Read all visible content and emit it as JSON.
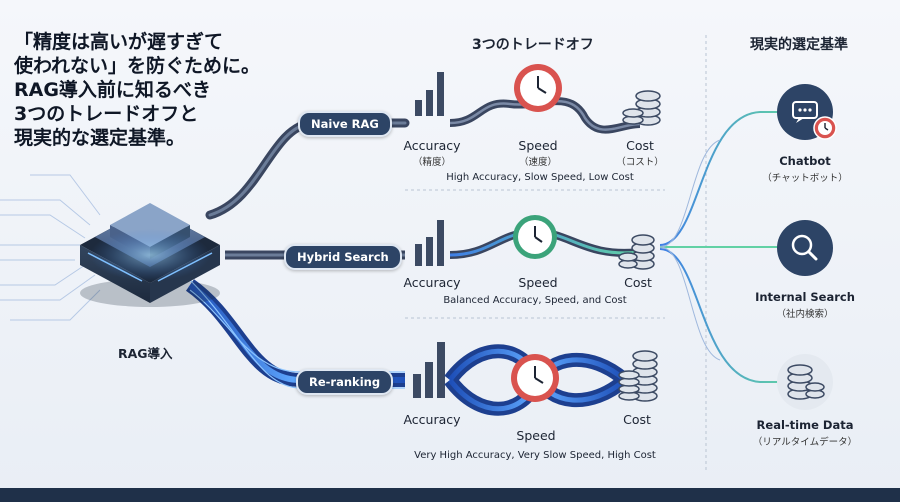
{
  "headline": [
    "「精度は高いが遅すぎて",
    "使われない」を防ぐために。",
    "RAG導入前に知るべき",
    "3つのトレードオフと",
    "現実的な選定基準。"
  ],
  "center_title": "3つのトレードオフ",
  "right_title": "現実的選定基準",
  "source_label": "RAG導入",
  "approaches": [
    {
      "name": "Naive RAG",
      "accuracy": "Accuracy",
      "accuracy_sub": "（精度）",
      "speed": "Speed",
      "speed_sub": "（速度）",
      "cost": "Cost",
      "cost_sub": "（コスト）",
      "summary": "High Accuracy, Slow Speed, Low Cost"
    },
    {
      "name": "Hybrid Search",
      "accuracy": "Accuracy",
      "speed": "Speed",
      "cost": "Cost",
      "summary": "Balanced Accuracy, Speed, and Cost"
    },
    {
      "name": "Re-ranking",
      "accuracy": "Accuracy",
      "speed": "Speed",
      "cost": "Cost",
      "summary": "Very High Accuracy, Very Slow Speed, High Cost"
    }
  ],
  "use_cases": [
    {
      "title": "Chatbot",
      "sub": "（チャットボット）",
      "icon": "chat-clock-icon"
    },
    {
      "title": "Internal Search",
      "sub": "（社内検索）",
      "icon": "magnifier-icon"
    },
    {
      "title": "Real-time Data",
      "sub": "（リアルタイムデータ）",
      "icon": "database-icon"
    }
  ],
  "colors": {
    "navy": "#2d4466",
    "pipe": "#4a5568",
    "blue_flow": "#3f7fe6",
    "clock_red": "#d9534f",
    "clock_green": "#3ba37a",
    "teal_line": "#5ac8a8"
  }
}
